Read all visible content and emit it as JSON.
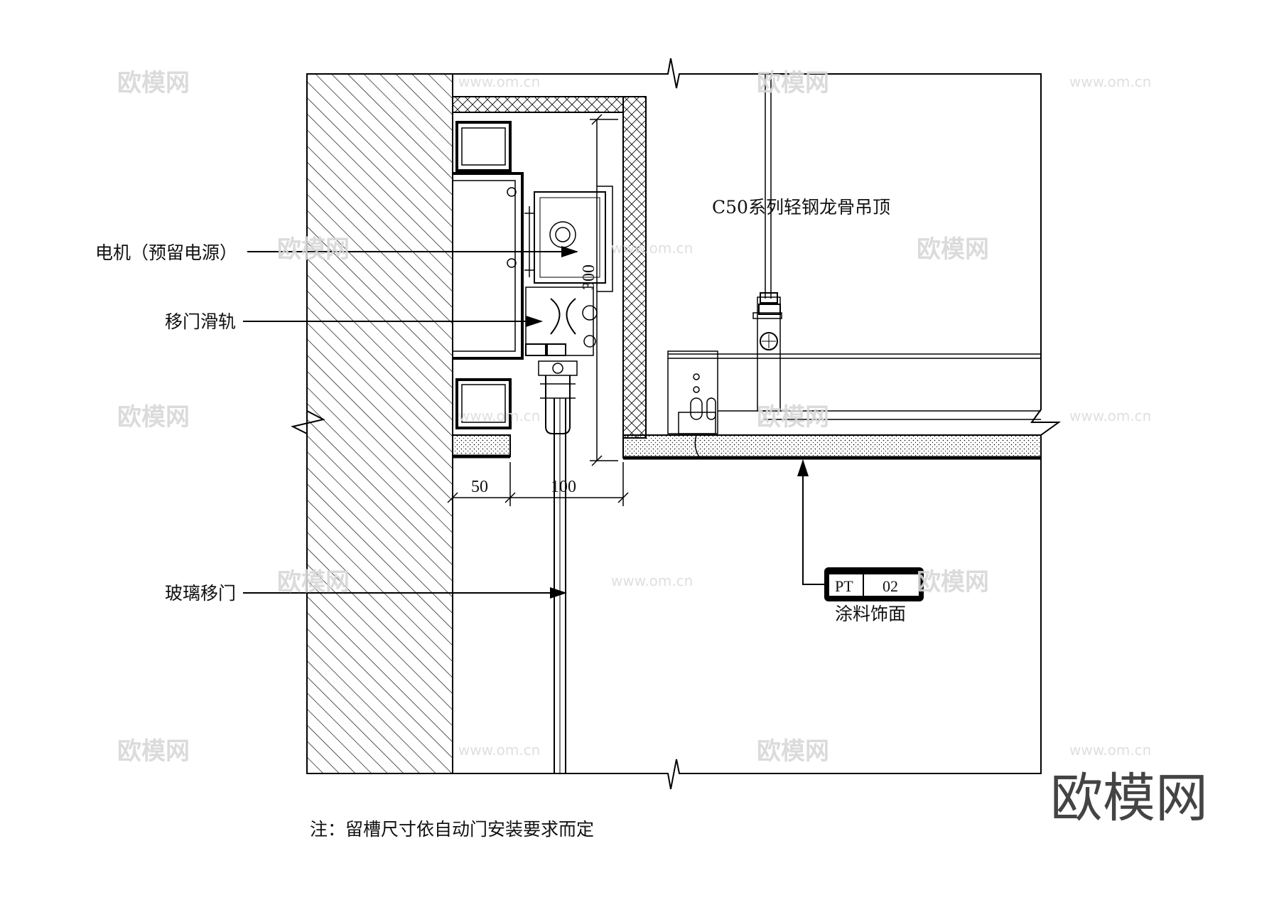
{
  "labels": {
    "motor": "电机（预留电源）",
    "track": "移门滑轨",
    "glass_door": "玻璃移门",
    "ceiling": "C50系列轻钢龙骨吊顶",
    "finish": "涂料饰面",
    "note": "注：留槽尺寸依自动门安装要求而定"
  },
  "tag": {
    "code": "PT",
    "number": "02"
  },
  "dimensions": {
    "d1": "50",
    "d2": "100",
    "d3": "300"
  },
  "watermark": {
    "brand": "欧模网",
    "url": "www.om.cn"
  },
  "colors": {
    "line": "#000000",
    "watermark": "#d8d8d8"
  }
}
